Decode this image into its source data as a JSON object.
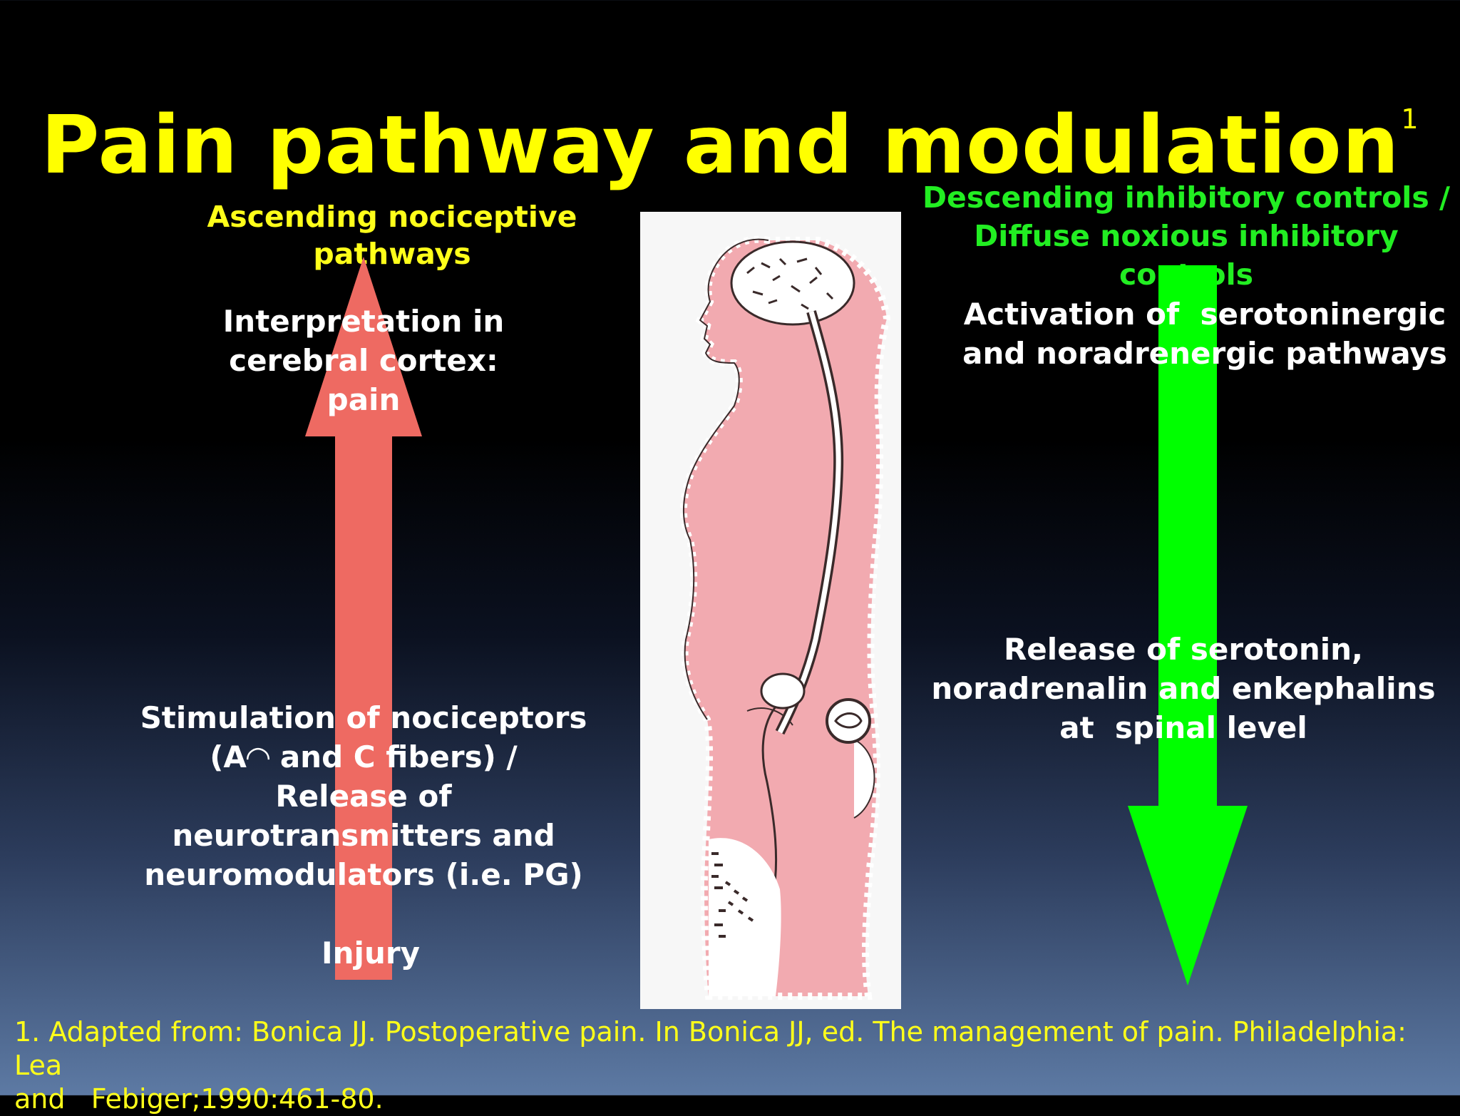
{
  "slide": {
    "title": "Pain pathway and modulation",
    "title_superscript": "1",
    "ascending": {
      "heading": "Ascending nociceptive pathways",
      "arrow_color": "#ee6a62",
      "top_text": [
        "Interpretation in",
        "cerebral cortex:",
        "pain"
      ],
      "middle_text": [
        "Stimulation of nociceptors",
        "(A◠ and C fibers) /",
        "Release of",
        "neurotransmitters and",
        "neuromodulators (i.e. PG)"
      ],
      "bottom_text": "Injury"
    },
    "descending": {
      "heading": [
        "Descending inhibitory controls /",
        "Diffuse noxious inhibitory controls"
      ],
      "arrow_color": "#00ff00",
      "top_text": [
        "Activation of  serotoninergic",
        "and noradrenergic pathways"
      ],
      "middle_text": [
        "Release of serotonin,",
        "noradrenalin and enkephalins",
        "at  spinal level"
      ]
    },
    "figure": {
      "body_color": "#f2aab0",
      "background_color": "#f7f7f7"
    },
    "footnote": [
      "1. Adapted from: Bonica JJ. Postoperative pain. In Bonica JJ, ed. The management of pain. Philadelphia: Lea",
      "and   Febiger;1990:461-80."
    ]
  }
}
